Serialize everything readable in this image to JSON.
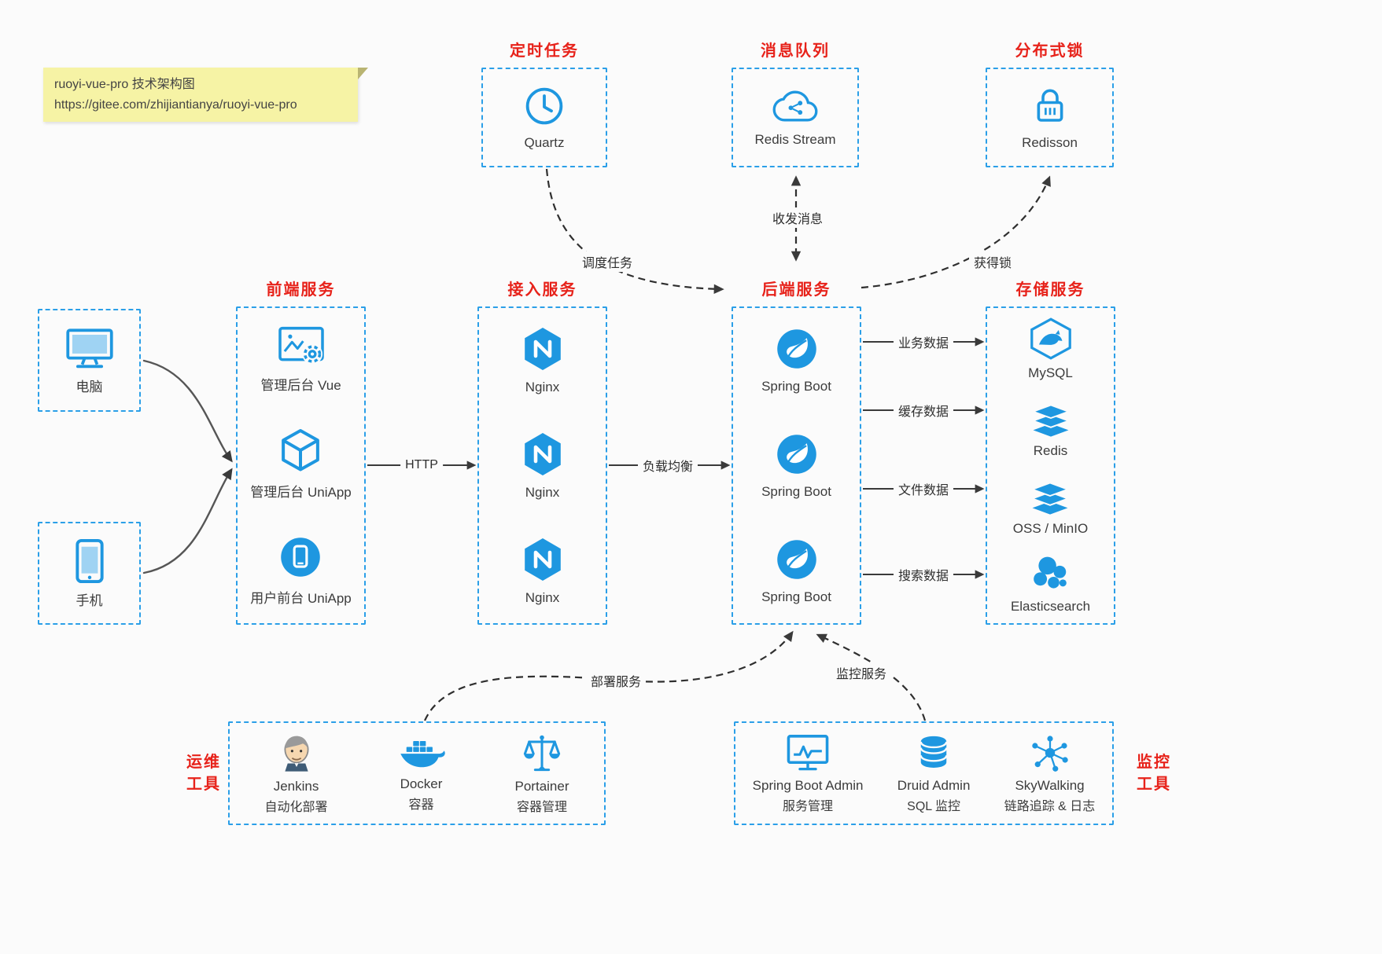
{
  "colors": {
    "icon_blue": "#1e97e0",
    "border_blue": "#2b9fe8",
    "title_red": "#e7221a",
    "note_yellow": "#f6f3a5"
  },
  "note": {
    "title": "ruoyi-vue-pro 技术架构图",
    "url": "https://gitee.com/zhijiantianya/ruoyi-vue-pro"
  },
  "top": {
    "scheduler": {
      "title": "定时任务",
      "label": "Quartz"
    },
    "mq": {
      "title": "消息队列",
      "label": "Redis Stream"
    },
    "lock": {
      "title": "分布式锁",
      "label": "Redisson"
    }
  },
  "clients": {
    "pc": {
      "label": "电脑"
    },
    "mobile": {
      "label": "手机"
    }
  },
  "columns": {
    "frontend": {
      "title": "前端服务",
      "items": [
        {
          "label": "管理后台 Vue"
        },
        {
          "label": "管理后台 UniApp"
        },
        {
          "label": "用户前台 UniApp"
        }
      ]
    },
    "gateway": {
      "title": "接入服务",
      "items": [
        {
          "label": "Nginx"
        },
        {
          "label": "Nginx"
        },
        {
          "label": "Nginx"
        }
      ]
    },
    "backend": {
      "title": "后端服务",
      "items": [
        {
          "label": "Spring Boot"
        },
        {
          "label": "Spring Boot"
        },
        {
          "label": "Spring Boot"
        }
      ]
    },
    "storage": {
      "title": "存储服务",
      "items": [
        {
          "label": "MySQL"
        },
        {
          "label": "Redis"
        },
        {
          "label": "OSS / MinIO"
        },
        {
          "label": "Elasticsearch"
        }
      ]
    }
  },
  "ops": {
    "side_line1": "运维",
    "side_line2": "工具",
    "items": [
      {
        "name": "Jenkins",
        "desc": "自动化部署"
      },
      {
        "name": "Docker",
        "desc": "容器"
      },
      {
        "name": "Portainer",
        "desc": "容器管理"
      }
    ]
  },
  "monitoring": {
    "side_line1": "监控",
    "side_line2": "工具",
    "items": [
      {
        "name": "Spring Boot Admin",
        "desc": "服务管理"
      },
      {
        "name": "Druid Admin",
        "desc": "SQL 监控"
      },
      {
        "name": "SkyWalking",
        "desc": "链路追踪 & 日志"
      }
    ]
  },
  "edges": {
    "http": "HTTP",
    "load_balance": "负载均衡",
    "business_data": "业务数据",
    "cache_data": "缓存数据",
    "file_data": "文件数据",
    "search_data": "搜索数据",
    "schedule_task": "调度任务",
    "send_receive": "收发消息",
    "acquire_lock": "获得锁",
    "deploy": "部署服务",
    "monitor": "监控服务"
  }
}
